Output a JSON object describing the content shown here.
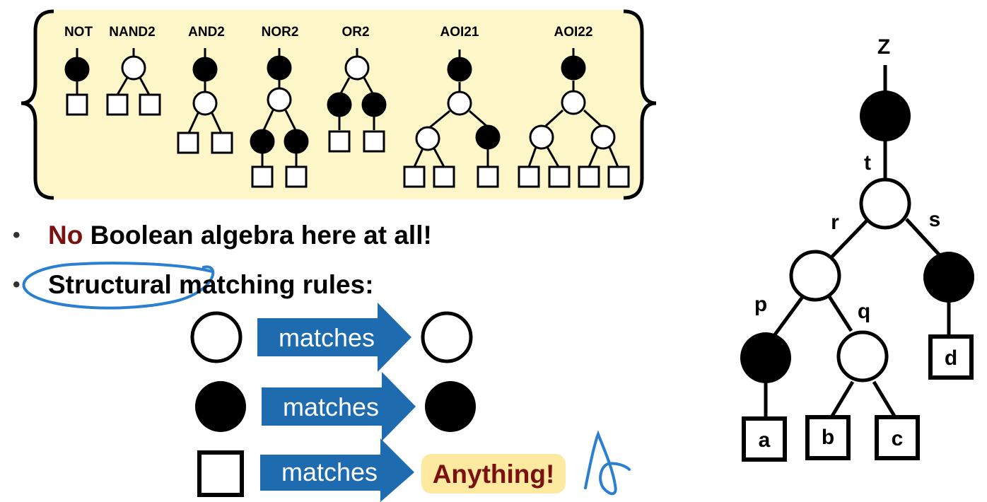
{
  "library": {
    "gates": [
      "NOT",
      "NAND2",
      "AND2",
      "NOR2",
      "OR2",
      "AOI21",
      "AOI22"
    ]
  },
  "bullets": {
    "line1_emph": "No",
    "line1_rest": " Boolean algebra here at all!",
    "line2": "Structural matching rules:"
  },
  "rules": {
    "arrow_label": "matches",
    "anything": "Anything!"
  },
  "tree": {
    "root_label": "Z",
    "edge_labels": {
      "t": "t",
      "r": "r",
      "s": "s",
      "p": "p",
      "q": "q"
    },
    "leaves": [
      "a",
      "b",
      "c",
      "d"
    ]
  },
  "colors": {
    "library_bg": "#fdf6c8",
    "arrow": "#1f6bb0",
    "anything_bg": "#fde9a0",
    "anything_text": "#7a1010",
    "no_word": "#7a1010",
    "ink_annotation": "#2a7fd0"
  }
}
